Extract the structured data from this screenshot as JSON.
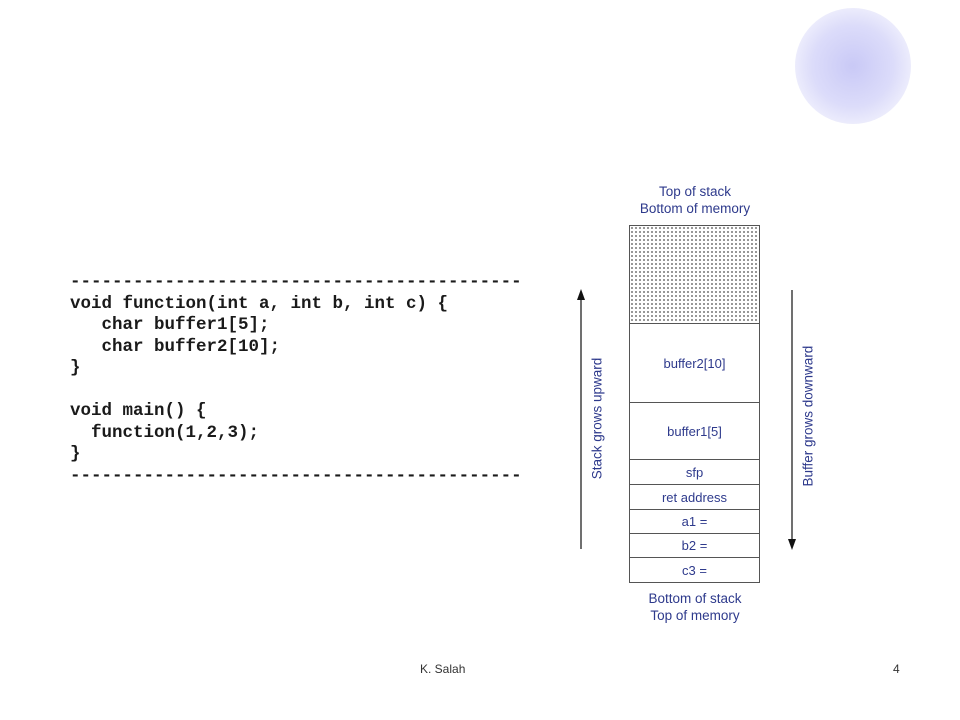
{
  "code": {
    "lines": [
      "--------------------------------------------------------",
      "void function(int a, int b, int c) {",
      "   char buffer1[5];",
      "   char buffer2[10];",
      "}",
      "",
      "void main() {",
      "  function(1,2,3);",
      "}",
      "--------------------------------------------------------"
    ]
  },
  "diagram": {
    "top_label_1": "Top of stack",
    "top_label_2": "Bottom of memory",
    "bottom_label_1": "Bottom of stack",
    "bottom_label_2": "Top of memory",
    "left_arrow_label": "Stack grows upward",
    "right_arrow_label": "Buffer grows downward",
    "cells": [
      "",
      "buffer2[10]",
      "buffer1[5]",
      "sfp",
      "ret address",
      "a1 =",
      "b2 =",
      "c3 ="
    ],
    "colors": {
      "text": "#2e3a8c",
      "circle": "#d6d6f8"
    }
  },
  "footer": {
    "author": "K. Salah",
    "page": "4"
  }
}
